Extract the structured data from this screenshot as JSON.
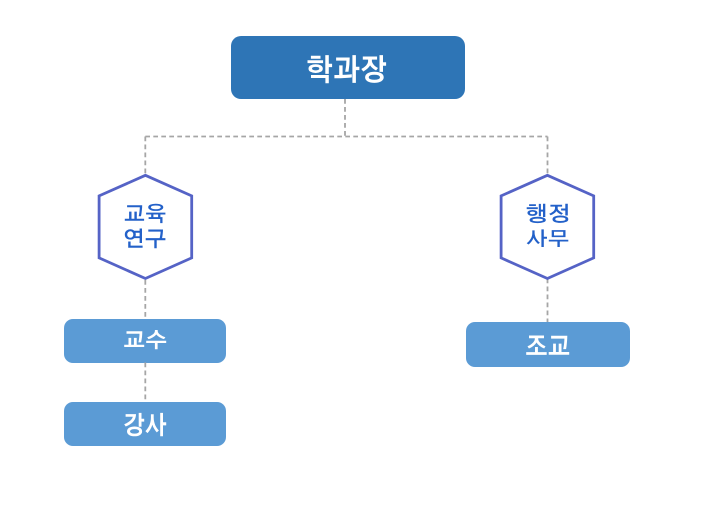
{
  "diagram": {
    "type": "organization-chart",
    "nodes": {
      "dept_head": {
        "label": "학과장",
        "shape": "rounded-rectangle",
        "role": "root"
      },
      "edu_research": {
        "label": "교육 연구",
        "line1": "교육",
        "line2": "연구",
        "shape": "hexagon",
        "role": "branch"
      },
      "admin_affairs": {
        "label": "행정 사무",
        "line1": "행정",
        "line2": "사무",
        "shape": "hexagon",
        "role": "branch"
      },
      "professor": {
        "label": "교수",
        "shape": "rounded-rectangle",
        "role": "leaf"
      },
      "lecturer": {
        "label": "강사",
        "shape": "rounded-rectangle",
        "role": "leaf"
      },
      "assistant": {
        "label": "조교",
        "shape": "rounded-rectangle",
        "role": "leaf"
      }
    },
    "edges": [
      [
        "dept_head",
        "edu_research"
      ],
      [
        "dept_head",
        "admin_affairs"
      ],
      [
        "edu_research",
        "professor"
      ],
      [
        "professor",
        "lecturer"
      ],
      [
        "admin_affairs",
        "assistant"
      ]
    ],
    "connector_style": "dashed"
  },
  "theme": {
    "bg": "#ffffff",
    "root-fill": "#2e75b6",
    "leaf-fill": "#5b9bd5",
    "node-text": "#ffffff",
    "hex-fill": "#ffffff",
    "hex-stroke": "#5563c6",
    "hex-text": "#2361c9",
    "connector": "#a6a6a6"
  }
}
